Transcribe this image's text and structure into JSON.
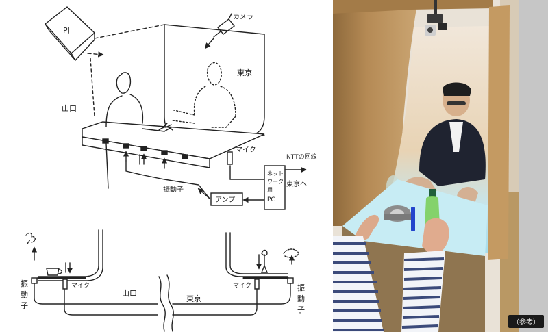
{
  "sketch": {
    "camera": "カメラ",
    "projector": "PJ",
    "tokyo": "東京",
    "yamaguchi": "山口",
    "mic": "マイク",
    "ntt_line": "NTTの回線",
    "to_tokyo": "東京へ",
    "pc_box": [
      "ネット",
      "ワーク",
      "用",
      "PC"
    ],
    "amp": "アンプ",
    "vibrator": "振動子"
  },
  "lower_sketch": {
    "left_vibrator": [
      "振",
      "動",
      "子"
    ],
    "right_vibrator": [
      "振",
      "動",
      "子"
    ],
    "mic_left": "マイク",
    "mic_right": "マイク",
    "yamaguchi": "山口",
    "tokyo": "東京"
  },
  "caption": "（参考）",
  "colors": {
    "photo_wood": "#b58a55",
    "screen_glow": "#bfe6ef",
    "ink": "#222222"
  }
}
